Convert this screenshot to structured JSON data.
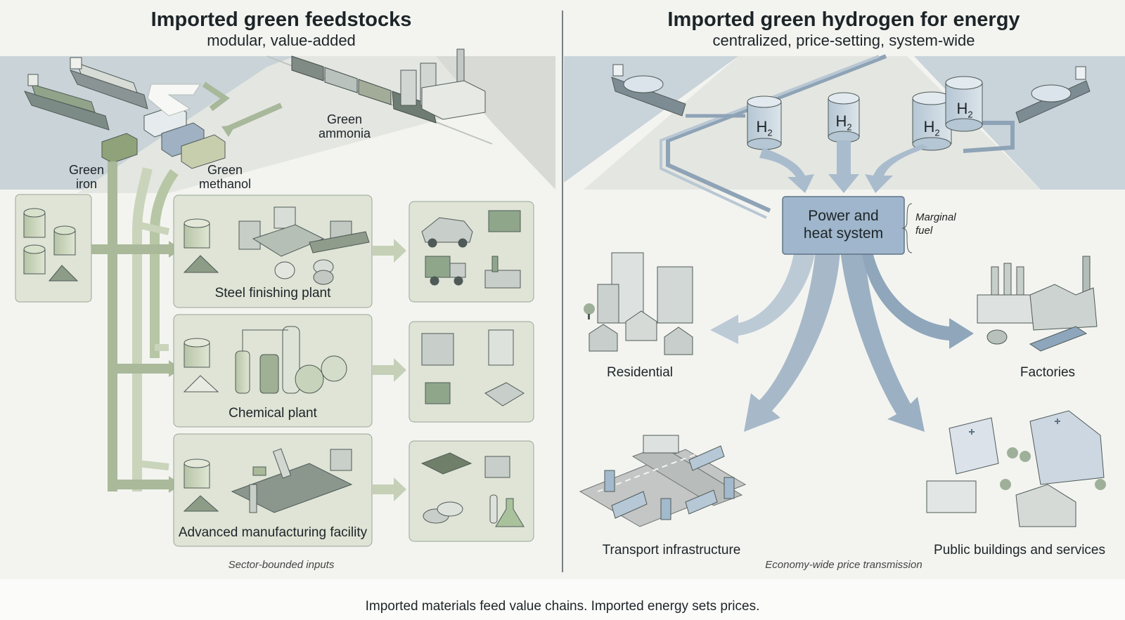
{
  "left": {
    "title": "Imported green feedstocks",
    "subtitle": "modular, value-added",
    "labels": {
      "green_ammonia": [
        "Green",
        "ammonia"
      ],
      "green_iron": [
        "Green",
        "iron"
      ],
      "green_methanol": [
        "Green",
        "methanol"
      ]
    },
    "plants": [
      "Steel finishing plant",
      "Chemical plant",
      "Advanced manufacturing facility"
    ],
    "footer": "Sector-bounded inputs"
  },
  "right": {
    "title": "Imported green hydrogen for energy",
    "subtitle": "centralized, price-setting, system-wide",
    "tank_label": "H",
    "tank_sub": "2",
    "hub": [
      "Power and",
      "heat system"
    ],
    "marginal": [
      "Marginal",
      "fuel"
    ],
    "destinations": [
      "Residential",
      "Factories",
      "Transport infrastructure",
      "Public buildings and services"
    ],
    "footer": "Economy-wide price transmission"
  },
  "bottom_caption": "Imported materials feed value chains. Imported energy sets prices.",
  "colors": {
    "background": "#f3f4f0",
    "sea": "#c9d3da",
    "green_box": "#dfe4d6",
    "green_arrow": "#a9b99a",
    "blue_arrow": "#9fb3c6",
    "hub": "#9fb6cc",
    "divider": "#7a7f82"
  },
  "icons": [
    "cargo-ship-icon",
    "container-icon",
    "freight-train-icon",
    "storage-tank-icon",
    "factory-icon",
    "car-icon",
    "truck-icon",
    "robot-arm-icon",
    "house-icon",
    "office-building-icon",
    "bus-icon",
    "hospital-icon",
    "tree-icon",
    "flask-icon"
  ]
}
